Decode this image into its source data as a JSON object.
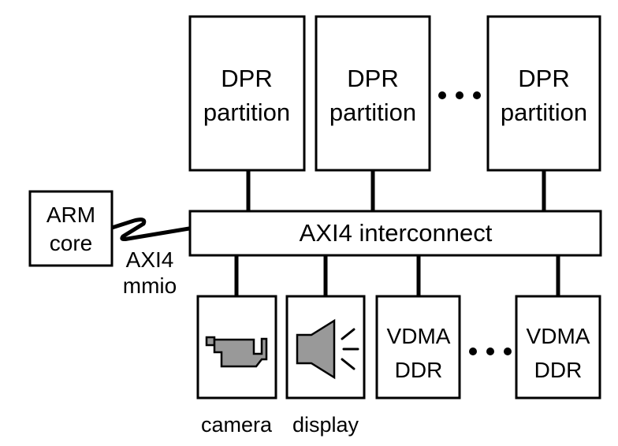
{
  "dpr_partitions": [
    {
      "line1": "DPR",
      "line2": "partition"
    },
    {
      "line1": "DPR",
      "line2": "partition"
    },
    {
      "line1": "DPR",
      "line2": "partition"
    }
  ],
  "arm_core": {
    "line1": "ARM",
    "line2": "core"
  },
  "mmio_link": {
    "line1": "AXI4",
    "line2": "mmio"
  },
  "interconnect": {
    "label": "AXI4 interconnect"
  },
  "peripherals": {
    "camera": {
      "label": "camera",
      "icon": "video-camera-icon"
    },
    "display": {
      "label": "display",
      "icon": "speaker-icon"
    },
    "vdma": [
      {
        "line1": "VDMA",
        "line2": "DDR"
      },
      {
        "line1": "VDMA",
        "line2": "DDR"
      }
    ]
  },
  "colors": {
    "stroke": "#000000",
    "icon_fill": "#999999"
  }
}
